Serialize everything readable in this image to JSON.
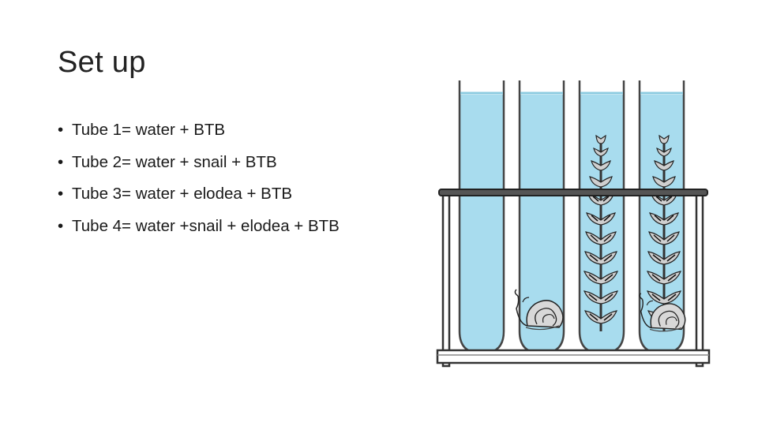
{
  "slide": {
    "title": "Set up",
    "bullet_char": "•",
    "bullets": [
      "Tube 1= water + BTB",
      "Tube 2= water + snail + BTB",
      "Tube 3= water + elodea + BTB",
      "Tube 4= water +snail + elodea + BTB"
    ]
  },
  "illustration": {
    "water_color": "#a8dcee",
    "tubes": [
      {
        "tube": 1,
        "contents": [
          "water",
          "BTB"
        ]
      },
      {
        "tube": 2,
        "contents": [
          "water",
          "snail",
          "BTB"
        ]
      },
      {
        "tube": 3,
        "contents": [
          "water",
          "elodea",
          "BTB"
        ]
      },
      {
        "tube": 4,
        "contents": [
          "water",
          "snail",
          "elodea",
          "BTB"
        ]
      }
    ]
  }
}
